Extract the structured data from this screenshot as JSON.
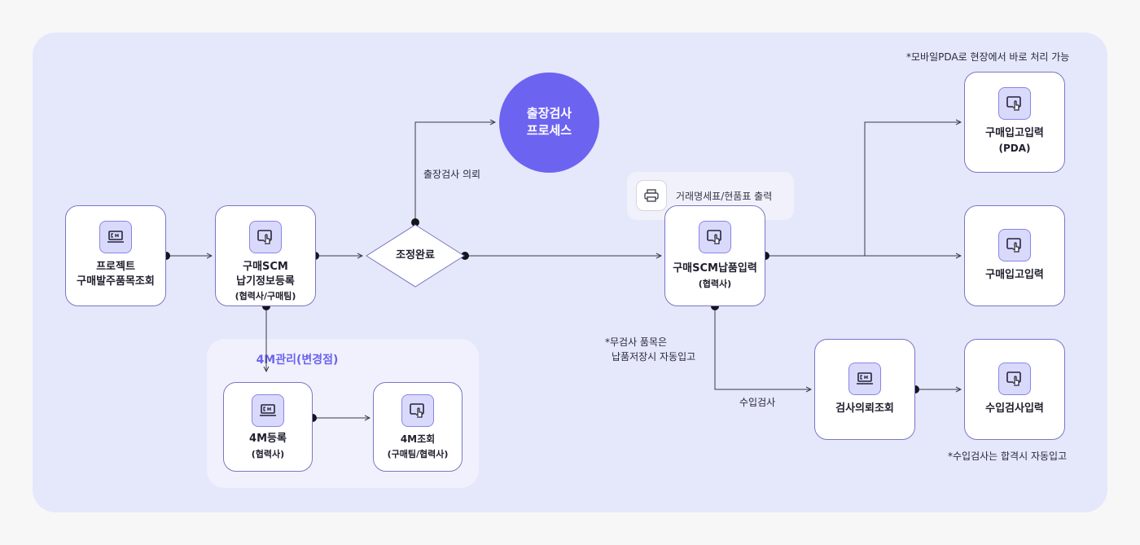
{
  "nodes": {
    "project_lookup": {
      "line1": "프로젝트",
      "line2": "구매발주품목조회",
      "icon": "monitor-icon"
    },
    "delivery_entry": {
      "line1": "구매SCM",
      "line2": "납기정보등록",
      "sub": "(협력사/구매팀)",
      "icon": "touch-icon"
    },
    "adjust_done": {
      "label": "조정완료"
    },
    "field_inspection": {
      "line1": "출장검사",
      "line2": "프로세스"
    },
    "scm_delivery": {
      "line1": "구매SCM납품입력",
      "sub": "(협력사)",
      "icon": "touch-icon"
    },
    "receipt_pda": {
      "line1": "구매입고입력",
      "sub": "(PDA)",
      "icon": "touch-icon"
    },
    "receipt": {
      "line1": "구매입고입력",
      "icon": "touch-icon"
    },
    "inspection_lookup": {
      "line1": "검사의뢰조회",
      "icon": "monitor-icon"
    },
    "inspection_entry": {
      "line1": "수입검사입력",
      "icon": "touch-icon"
    },
    "m4_register": {
      "line1": "4M등록",
      "sub": "(협력사)",
      "icon": "monitor-icon"
    },
    "m4_lookup": {
      "line1": "4M조회",
      "sub": "(구매팀/협력사)",
      "icon": "touch-icon"
    }
  },
  "group": {
    "title": "4M관리(변경점)"
  },
  "labels": {
    "field_request": "출장검사 의뢰",
    "incoming_inspection": "수입검사",
    "print_docs": "거래명세표/현품표 출력",
    "pda_note": "*모바일PDA로 현장에서 바로 처리 가능",
    "no_inspect_note_1": "*무검사 품목은",
    "no_inspect_note_2": "납품저장시 자동입고",
    "pass_note": "*수입검사는 합격시 자동입고"
  },
  "icons": {
    "print": "printer-icon"
  },
  "colors": {
    "accent": "#6c63f1",
    "panel": "#e5e7fb",
    "subpanel": "#f1f1fd",
    "icon_bg": "#d9d9fb",
    "node_border": "#7b76c4",
    "line": "#3a3a44"
  }
}
